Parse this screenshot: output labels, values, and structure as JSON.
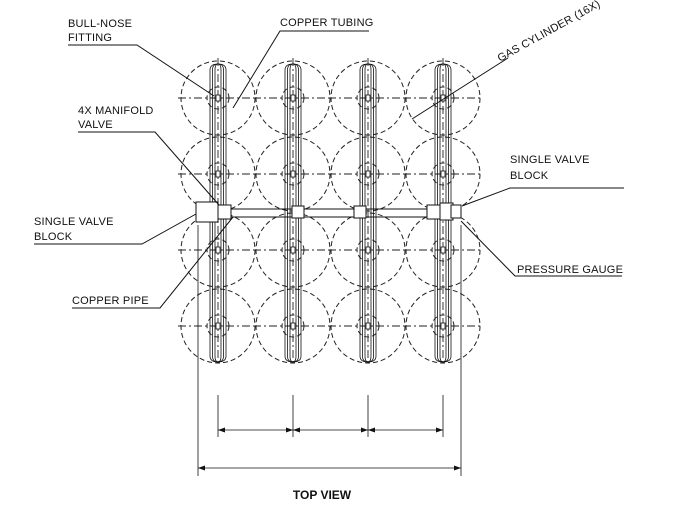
{
  "diagram": {
    "title": "TOP VIEW",
    "labels": {
      "bull_nose_line1": "BULL-NOSE",
      "bull_nose_line2": "FITTING",
      "copper_tubing": "COPPER TUBING",
      "gas_cylinder": "GAS CYLINDER (16X)",
      "manifold_line1": "4X MANIFOLD",
      "manifold_line2": "VALVE",
      "svb_right_line1": "SINGLE VALVE",
      "svb_right_line2": "BLOCK",
      "svb_left_line1": "SINGLE VALVE",
      "svb_left_line2": "BLOCK",
      "pressure_gauge": "PRESSURE GAUGE",
      "copper_pipe": "COPPER PIPE"
    },
    "grid": {
      "rows": 4,
      "columns": 4
    },
    "colors": {
      "line": "#111111",
      "background": "#ffffff"
    }
  }
}
